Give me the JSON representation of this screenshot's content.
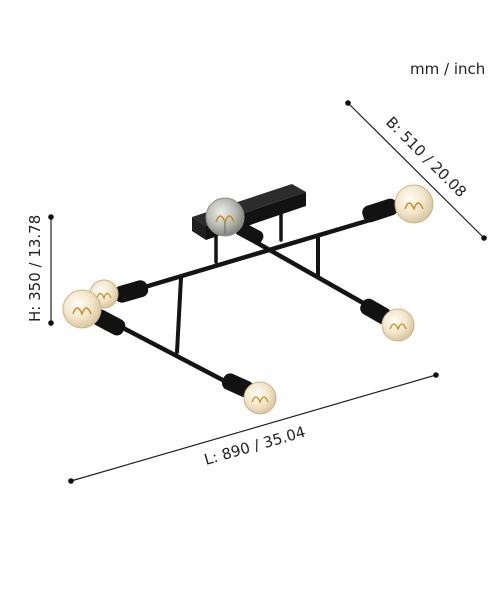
{
  "units_label": "mm / inch",
  "dimensions": {
    "width": {
      "label": "B: 510 / 20.08",
      "mm": 510,
      "inch": 20.08
    },
    "height": {
      "label": "H: 350 / 13.78",
      "mm": 350,
      "inch": 13.78
    },
    "length": {
      "label": "L: 890 / 35.04",
      "mm": 890,
      "inch": 35.04
    }
  },
  "colors": {
    "fixture": "#141414",
    "bulb_glass": "#f3e7cc",
    "bulb_filament": "#c9891f",
    "line": "#222222"
  }
}
